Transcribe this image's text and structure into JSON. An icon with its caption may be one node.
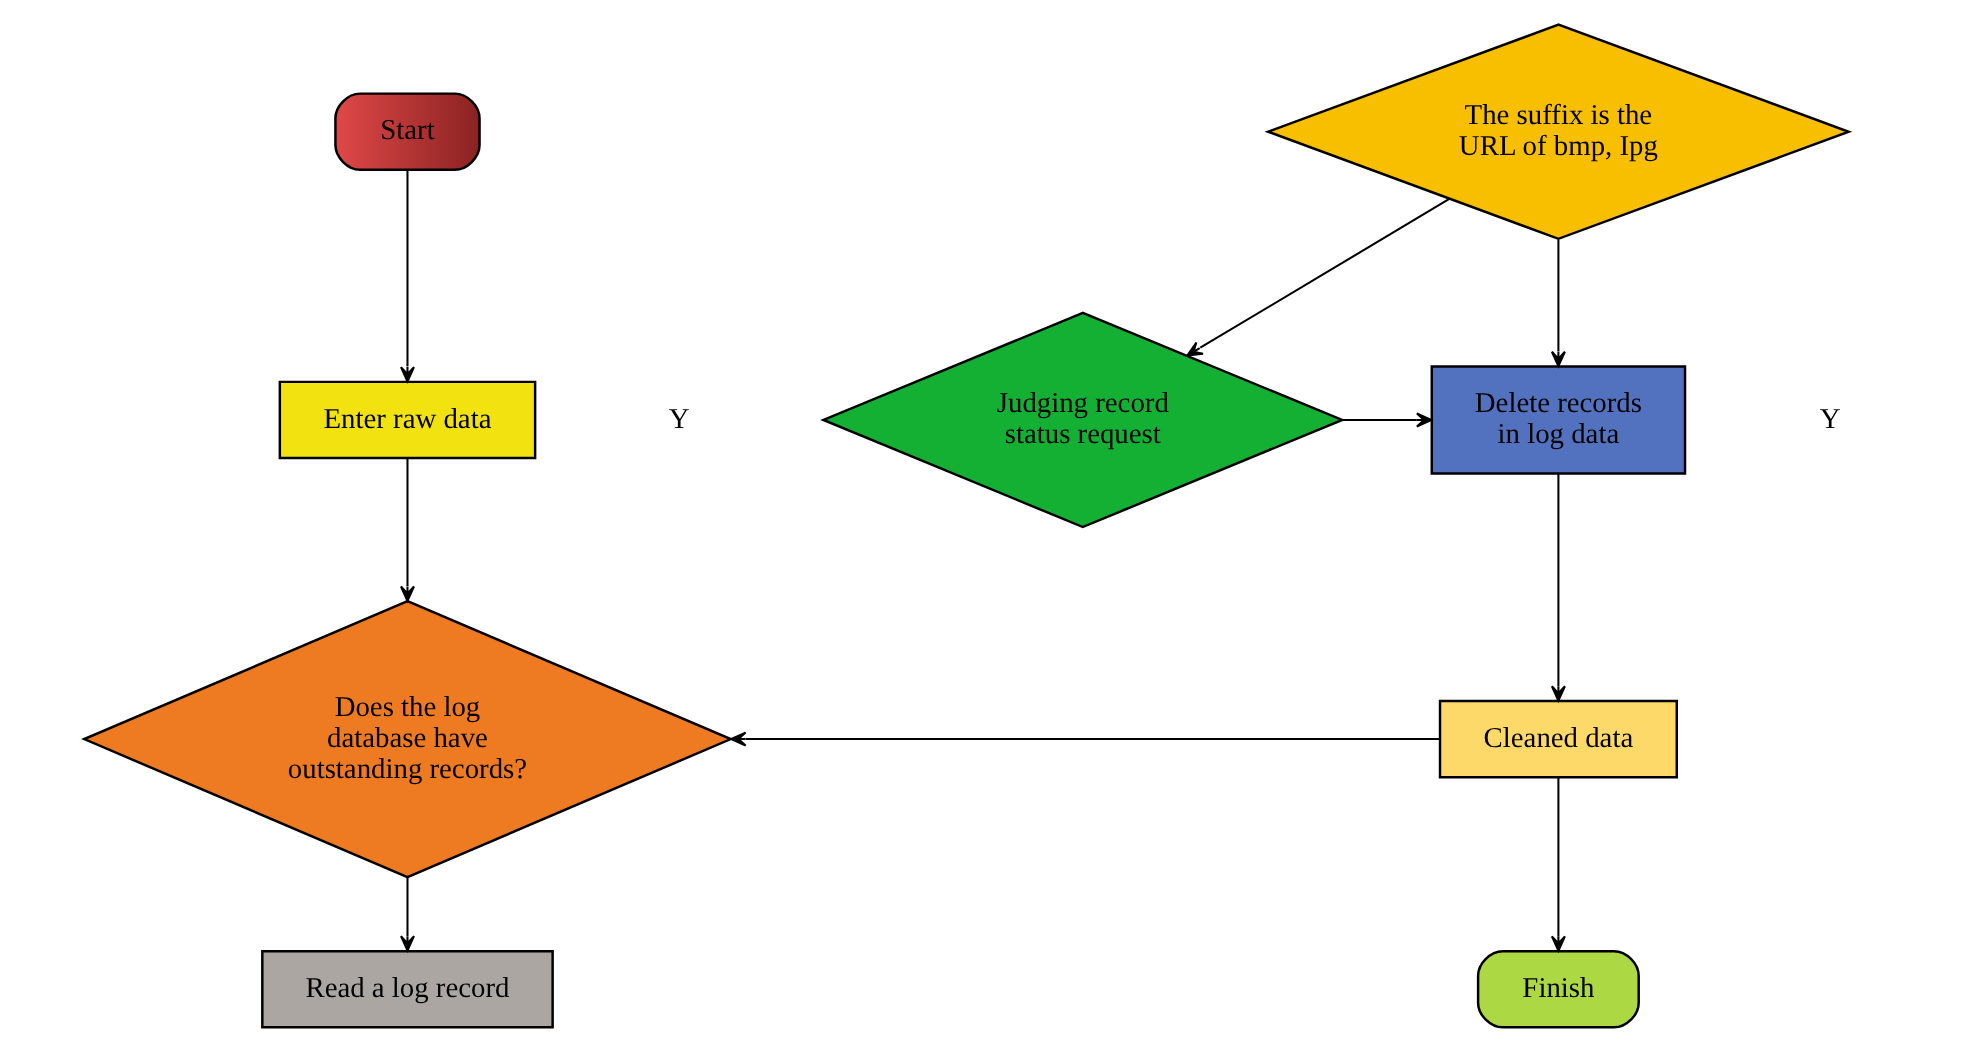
{
  "diagram": {
    "nodes": [
      {
        "text": [
          "Start"
        ]
      },
      {
        "text": [
          "Enter raw data"
        ]
      },
      {
        "text": [
          "Does the log database have outstanding records?"
        ]
      },
      {
        "text": [
          "Read a log record"
        ]
      },
      {
        "text": [
          "The suffix is the URL of bmp, Ipg"
        ]
      },
      {
        "text": [
          "Delete records in log data"
        ]
      },
      {
        "text": [
          "Judging record status request"
        ]
      },
      {
        "text": [
          "Cleaned data"
        ]
      },
      {
        "text": [
          "Finish"
        ]
      }
    ],
    "edges": [
      {
        "from": 0,
        "to": 1,
        "arrow": "to"
      },
      {
        "from": 1,
        "to": 2,
        "arrow": "to"
      },
      {
        "from": 2,
        "to": 3,
        "arrow": "to"
      },
      {
        "from": 4,
        "to": 5,
        "arrow": "to"
      },
      {
        "from": 4,
        "to": 6,
        "arrow": "to"
      },
      {
        "from": 6,
        "to": 5,
        "arrow": "to"
      },
      {
        "from": 5,
        "to": 7,
        "arrow": "to"
      },
      {
        "from": 7,
        "to": 8,
        "arrow": "to"
      },
      {
        "from": 7,
        "to": 2,
        "arrow": "to"
      }
    ],
    "labels": [
      "Y",
      "Y"
    ]
  }
}
